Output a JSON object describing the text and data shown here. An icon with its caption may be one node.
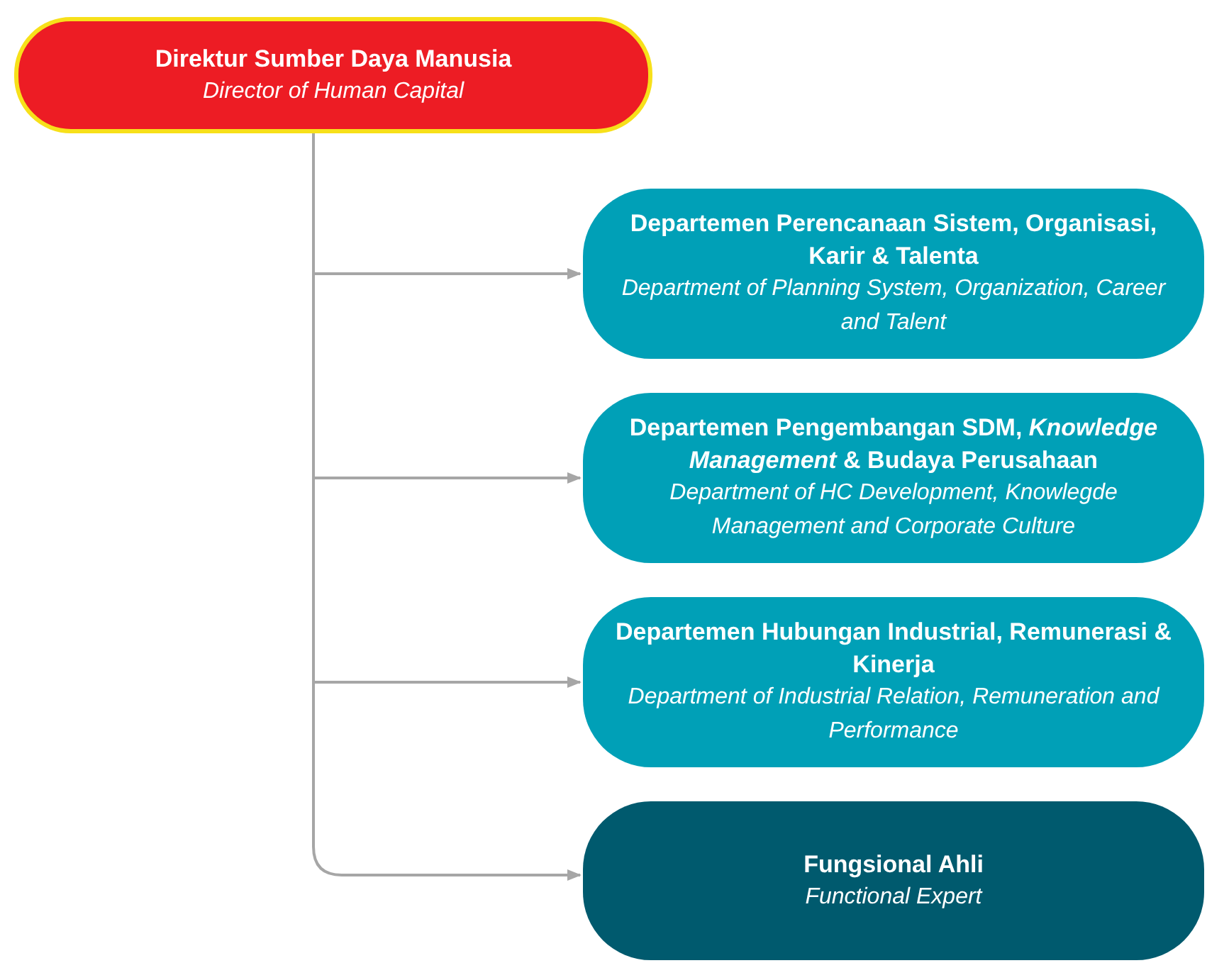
{
  "diagram": {
    "nodes": [
      {
        "text": [
          "Direktur Sumber Daya Manusia",
          "Director of Human Capital"
        ]
      },
      {
        "text": [
          "Departemen Perencanaan Sistem, Organisasi, Karir & Talenta",
          "Department of Planning System, Organization, Career and Talent"
        ]
      },
      {
        "text": [
          "Departemen Pengembangan SDM, *Knowledge Management* & Budaya Perusahaan",
          "Department of HC Development, Knowlegde Management and Corporate Culture"
        ]
      },
      {
        "text": [
          "Departemen Hubungan Industrial, Remunerasi & Kinerja",
          "Department of Industrial Relation, Remuneration and Performance"
        ]
      },
      {
        "text": [
          "Fungsional Ahli",
          "Functional Expert"
        ]
      }
    ],
    "edges": [
      {
        "from": 0,
        "to": 1,
        "arrow": "to"
      },
      {
        "from": 0,
        "to": 2,
        "arrow": "to"
      },
      {
        "from": 0,
        "to": 3,
        "arrow": "to"
      },
      {
        "from": 0,
        "to": 4,
        "arrow": "to"
      }
    ]
  }
}
